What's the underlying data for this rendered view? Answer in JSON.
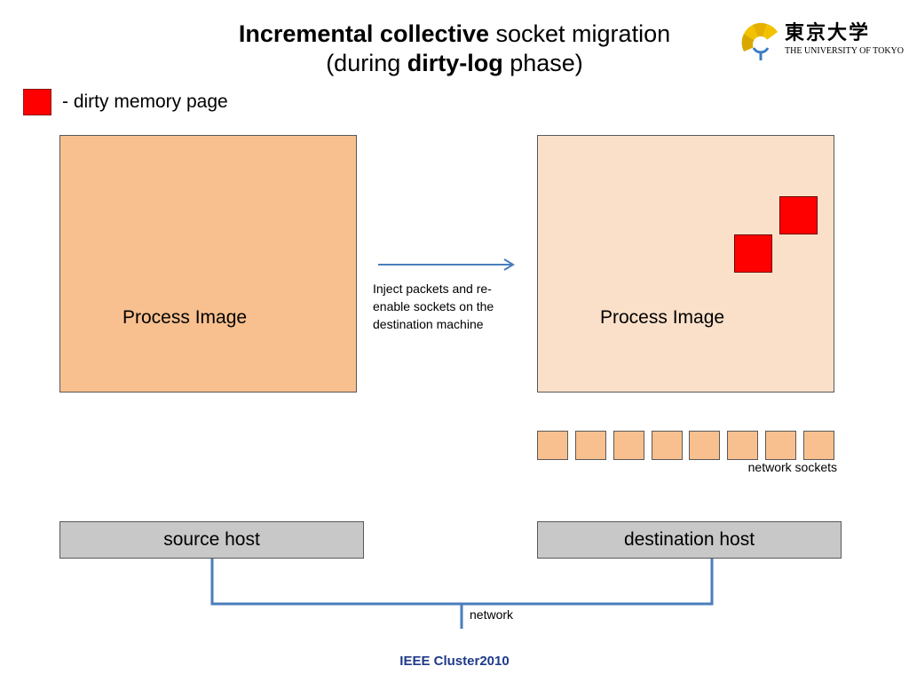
{
  "title": {
    "line1_bold": "Incremental collective",
    "line1_rest": " socket migration",
    "line2_open": "(during ",
    "line2_bold": "dirty-log",
    "line2_close": " phase)"
  },
  "logo": {
    "kanji": "東京大学",
    "english": "THE UNIVERSITY OF TOKYO"
  },
  "legend": {
    "text": "- dirty memory page",
    "color": "#ff0000"
  },
  "source": {
    "process_label": "Process Image",
    "host_label": "source host",
    "fill": "#f8c08f"
  },
  "destination": {
    "process_label": "Process Image",
    "host_label": "destination host",
    "fill": "#fbe0c9",
    "socket_count": 8,
    "sockets_label": "network sockets"
  },
  "arrow": {
    "caption": "Inject packets and re-enable sockets on the destination machine",
    "color": "#4a7ebb"
  },
  "network": {
    "label": "network",
    "color": "#4a7ebb"
  },
  "footer": "IEEE Cluster2010"
}
